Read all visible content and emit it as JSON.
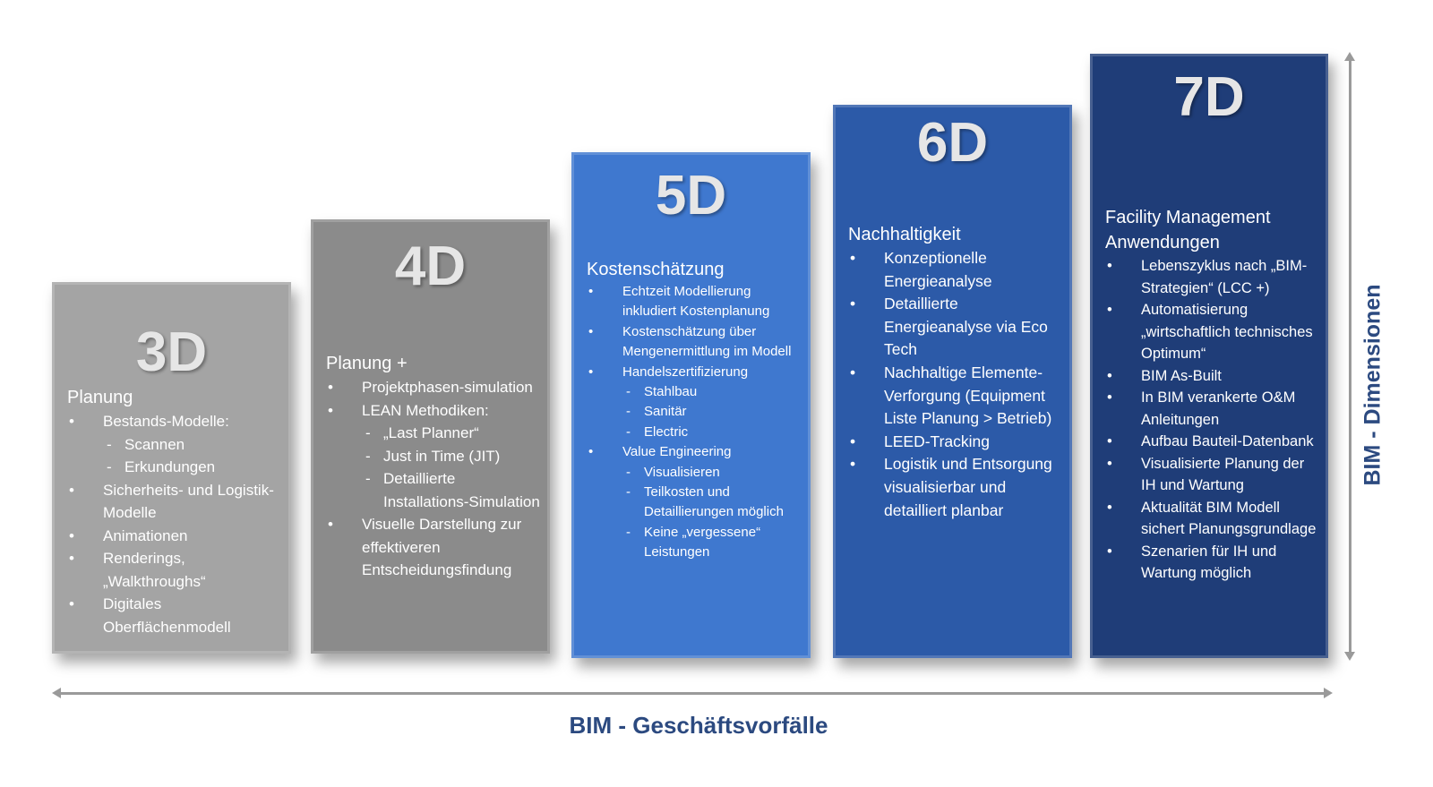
{
  "colors": {
    "d3": "#a4a4a4",
    "d4": "#8b8b8b",
    "d5": "#3f78cf",
    "d6": "#2c5aa8",
    "d7": "#1f3d78",
    "label": "#2c4a80"
  },
  "boxes": [
    {
      "dim": "3D",
      "heading": "Planung",
      "items": [
        {
          "text": "Bestands-Modelle:",
          "sub": [
            "Scannen",
            "Erkundungen"
          ]
        },
        {
          "text": "Sicherheits- und Logistik-Modelle"
        },
        {
          "text": "Animationen"
        },
        {
          "text": "Renderings, „Walkthroughs“"
        },
        {
          "text": "Digitales Oberflächenmodell"
        }
      ]
    },
    {
      "dim": "4D",
      "heading": "Planung +",
      "items": [
        {
          "text": "Projektphasen-simulation"
        },
        {
          "text": "LEAN Methodiken:",
          "sub": [
            "„Last Planner“",
            "Just in Time (JIT)",
            "Detaillierte Installations-Simulation"
          ]
        },
        {
          "text": "Visuelle Darstellung zur effektiveren Entscheidungsfindung"
        }
      ]
    },
    {
      "dim": "5D",
      "heading": "Kostenschätzung",
      "items": [
        {
          "text": "Echtzeit Modellierung inkludiert Kostenplanung"
        },
        {
          "text": "Kostenschätzung über Mengenermittlung im Modell"
        },
        {
          "text": "Handelszertifizierung",
          "sub": [
            "Stahlbau",
            "Sanitär",
            "Electric"
          ]
        },
        {
          "text": "Value Engineering",
          "sub": [
            "Visualisieren",
            "Teilkosten und Detaillierungen möglich",
            "Keine „vergessene“ Leistungen"
          ]
        }
      ]
    },
    {
      "dim": "6D",
      "heading": "Nachhaltigkeit",
      "items": [
        {
          "text": "Konzeptionelle Energieanalyse"
        },
        {
          "text": "Detaillierte Energieanalyse via Eco Tech"
        },
        {
          "text": "Nachhaltige Elemente-Verforgung (Equipment Liste Planung > Betrieb)"
        },
        {
          "text": "LEED-Tracking"
        },
        {
          "text": "Logistik und Entsorgung visualisierbar und detailliert planbar"
        }
      ]
    },
    {
      "dim": "7D",
      "heading": "Facility Management Anwendungen",
      "items": [
        {
          "text": "Lebenszyklus nach „BIM-Strategien“ (LCC +)"
        },
        {
          "text": "Automatisierung „wirtschaftlich technisches Optimum“"
        },
        {
          "text": "BIM As-Built"
        },
        {
          "text": "In BIM verankerte O&M Anleitungen"
        },
        {
          "text": "Aufbau Bauteil-Datenbank"
        },
        {
          "text": "Visualisierte Planung der IH und Wartung"
        },
        {
          "text": "Aktualität BIM Modell sichert Planungsgrundlage"
        },
        {
          "text": "Szenarien für IH und Wartung möglich"
        }
      ]
    }
  ],
  "bullet": "•",
  "dash": "-",
  "x_axis_label": "BIM - Geschäftsvorfälle",
  "y_axis_label": "BIM - Dimensionen"
}
